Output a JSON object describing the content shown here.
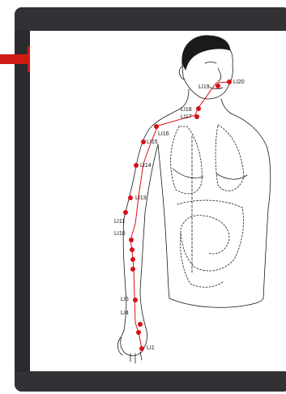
{
  "colors": {
    "frame": "#2b2b2f",
    "arrow": "#d01a14",
    "point": "#d80f16",
    "line": "#1a1a1a"
  },
  "icons": {
    "pointer": "red-arrow-icon"
  },
  "points": {
    "li1": "LI1",
    "li4": "LI4",
    "li5": "LI5",
    "li10": "LI10",
    "li11": "LI11",
    "li13": "LI13",
    "li14": "LI14",
    "li15": "LI15",
    "li16": "LI16",
    "li17": "LI17",
    "li18": "LI18",
    "li19": "LI19",
    "li20": "LI20"
  }
}
